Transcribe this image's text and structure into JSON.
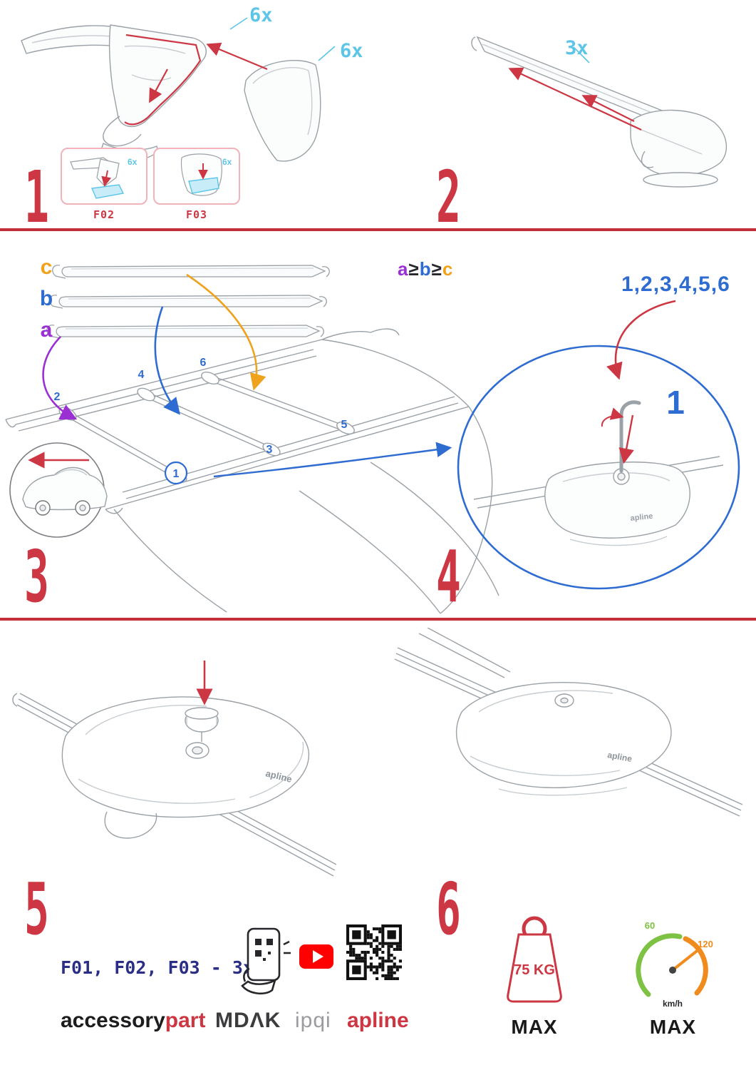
{
  "colors": {
    "accent_red": "#cd3743",
    "cyan": "#5cc5e8",
    "blue": "#2e6cd2",
    "purple": "#9a2fd4",
    "orange": "#efa21c",
    "navy": "#2b2e85",
    "youtube_red": "#ff0000",
    "speed_green": "#7dc242",
    "speed_orange": "#f08c1e"
  },
  "step1": {
    "number": "1",
    "qty_cover_top": "6x",
    "qty_cover_right": "6x",
    "boxes": [
      {
        "label": "F02",
        "qty": "6x"
      },
      {
        "label": "F03",
        "qty": "6x"
      }
    ]
  },
  "step2": {
    "number": "2",
    "qty": "3x"
  },
  "step3": {
    "number": "3",
    "bar_labels": [
      "c",
      "b",
      "a"
    ],
    "rule": {
      "a": "a",
      "ge1": "≥",
      "b": "b",
      "ge2": "≥",
      "c": "c"
    },
    "position_labels": [
      "1",
      "2",
      "3",
      "4",
      "5",
      "6"
    ]
  },
  "step4": {
    "number": "4",
    "sequence": "1,2,3,4,5,6",
    "highlight": "1"
  },
  "step5": {
    "number": "5"
  },
  "step6": {
    "number": "6"
  },
  "branding": {
    "clamp_logo": "apline",
    "accessory": "accessory",
    "part": "part",
    "mdak": "MDΛK",
    "ipqi": "ipqi",
    "apline": "apline"
  },
  "footer": {
    "parts_line": "F01, F02, F03 - 3x",
    "weight_value": "75 KG",
    "weight_max": "MAX",
    "speed_low": "60",
    "speed_high": "120",
    "speed_unit": "km/h",
    "speed_max": "MAX"
  }
}
